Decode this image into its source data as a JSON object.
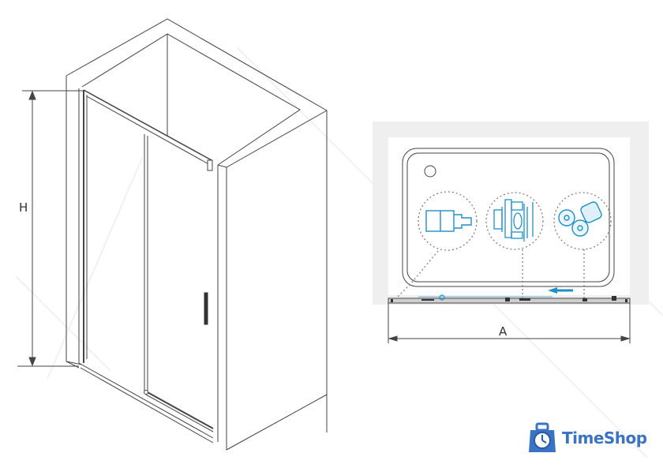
{
  "diagram": {
    "title": "Sliding shower door technical drawing",
    "left_view": {
      "name": "isometric-view",
      "dimension_label": "H",
      "description": "Sliding glass door installed in a niche, with top rail, bottom track and vertical handle"
    },
    "right_view": {
      "name": "top-plan-view",
      "dimension_label": "A",
      "details": [
        {
          "name": "wall-profile-detail"
        },
        {
          "name": "slide-mechanism-detail"
        },
        {
          "name": "roller-detail"
        }
      ],
      "slide_direction": "left"
    },
    "colors": {
      "line": "#444444",
      "detail_accent": "#1f8fc6",
      "wall_fill": "#efefef",
      "logo_blue": "#3a72c4"
    }
  },
  "logo": {
    "text": "TimeShop"
  }
}
